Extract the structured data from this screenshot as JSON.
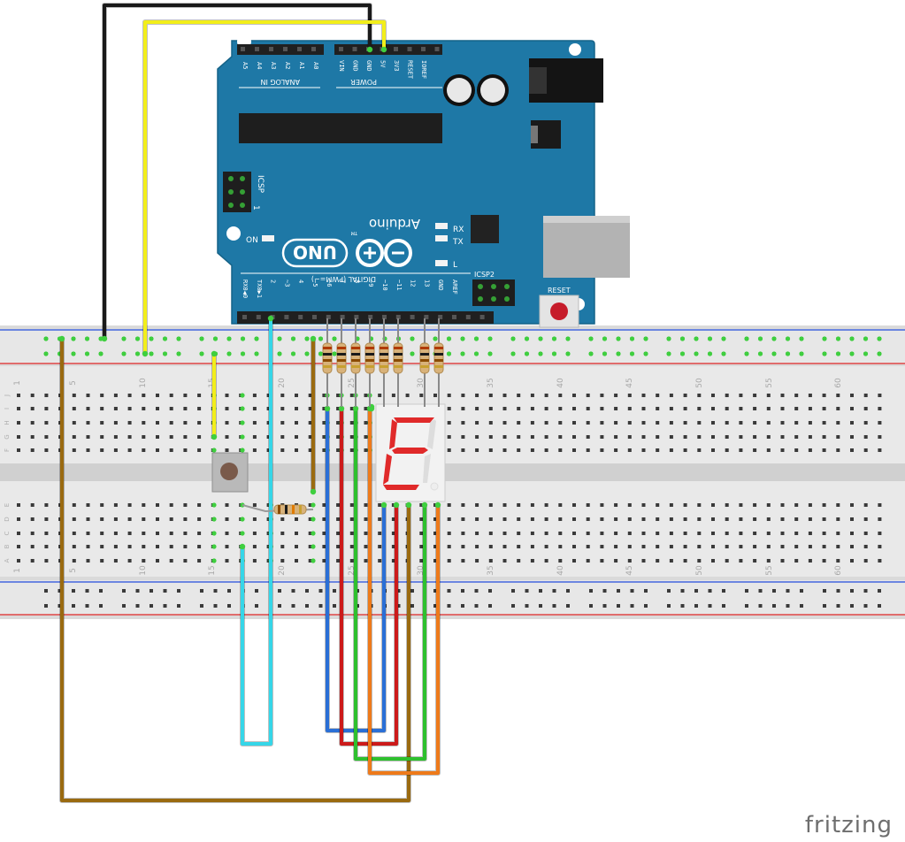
{
  "brand": "fritzing",
  "arduino": {
    "logo_word": "Arduino",
    "model": "UNO",
    "tm": "TM",
    "on_label": "ON",
    "tx_label": "TX",
    "rx_label": "RX",
    "l_label": "L",
    "icsp_label": "ICSP",
    "icsp2_label": "ICSP2",
    "reset_label": "RESET",
    "analog_in_label": "ANALOG IN",
    "power_label": "POWER",
    "digital_label": "DIGITAL (PWM=~)",
    "one_label": "1",
    "analog_pins": [
      "A5",
      "A4",
      "A3",
      "A2",
      "A1",
      "A0"
    ],
    "power_pins": [
      "VIN",
      "GND",
      "GND",
      "5V",
      "3V3",
      "RESET",
      "IOREF"
    ],
    "digital_pins": [
      "RX0◀0",
      "TX0▶1",
      "2",
      "~3",
      "4",
      "~5",
      "~6",
      "7",
      "8",
      "~9",
      "~10",
      "~11",
      "12",
      "13",
      "GND",
      "AREF"
    ]
  },
  "breadboard": {
    "column_numbers": [
      "1",
      "5",
      "10",
      "15",
      "20",
      "25",
      "30",
      "35",
      "40",
      "45",
      "50",
      "55",
      "60"
    ],
    "rows_top": [
      "J",
      "I",
      "H",
      "G",
      "F"
    ],
    "rows_bottom": [
      "E",
      "D",
      "C",
      "B",
      "A"
    ]
  },
  "seven_segment": {
    "displayed_character": "E",
    "segment_color": "#e02a2a"
  },
  "wire_colors": {
    "black": "#1a1a1a",
    "yellow": "#f2ee1a",
    "brown": "#9a6a10",
    "cyan": "#35d6e8",
    "blue": "#2a6fd6",
    "red": "#cc1a1a",
    "green": "#2ec02e",
    "orange": "#ee7a1a"
  }
}
